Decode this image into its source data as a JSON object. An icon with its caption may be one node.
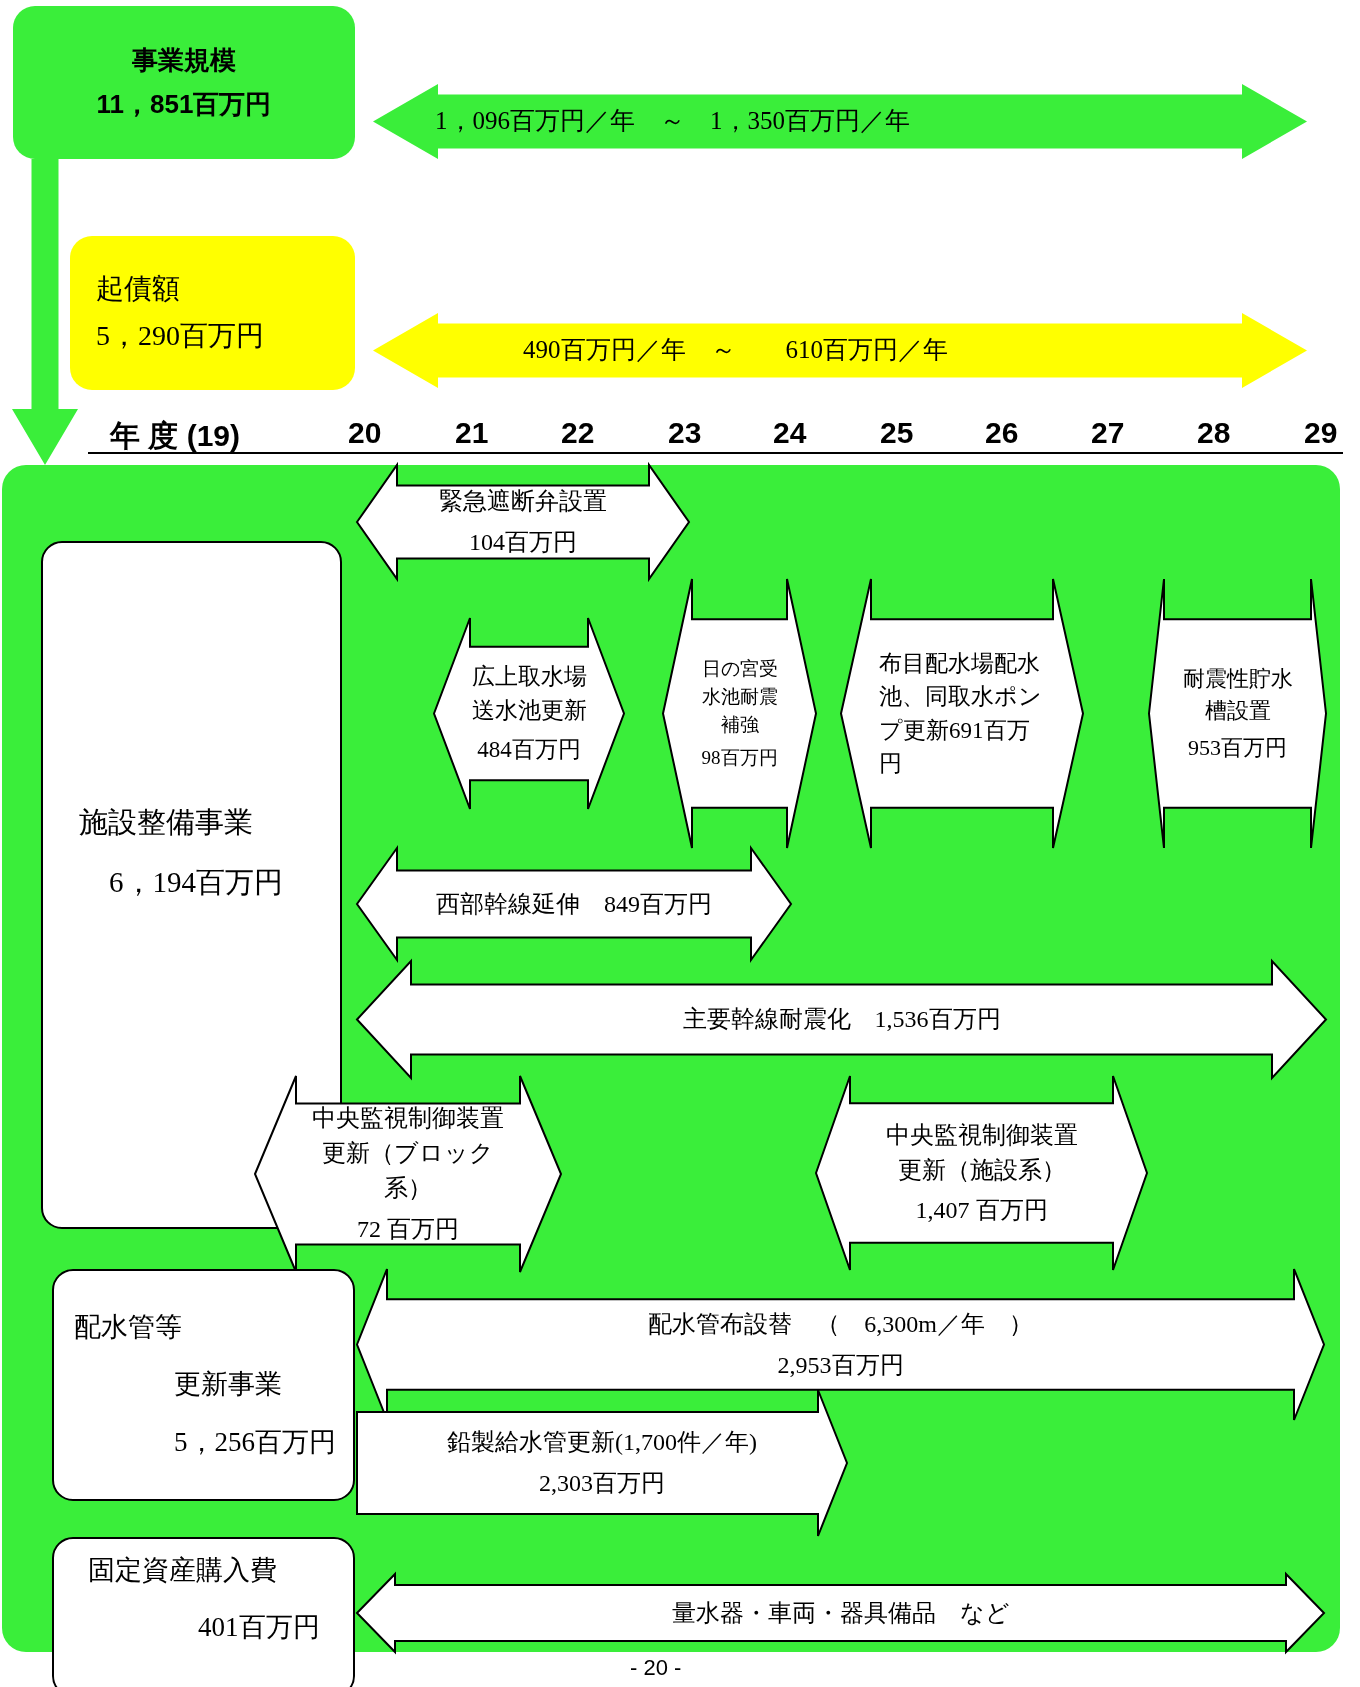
{
  "diagram": {
    "nodes": [
      {
        "text": [
          "事業規模",
          "11，851百万円"
        ]
      },
      {
        "text": [
          "1，096百万円／年　～　1，350百万円／年"
        ]
      },
      {
        "text": [
          "起債額",
          "5，290百万円"
        ]
      },
      {
        "text": [
          "490百万円／年　～　　610百万円／年"
        ]
      },
      {
        "text": [],
        "shape": "box"
      },
      {
        "text": [
          "施設整備事業",
          "6，194百万円"
        ],
        "in": 4
      },
      {
        "text": [
          "緊急遮断弁設置",
          "104百万円"
        ],
        "in": 4
      },
      {
        "text": [
          "広上取水場送水池更新",
          "484百万円"
        ],
        "in": 4
      },
      {
        "text": [
          "日の宮受水池耐震補強",
          "98百万円"
        ],
        "in": 4
      },
      {
        "text": [
          "布目配水場配水池、同取水ポンプ更新691百万円"
        ],
        "in": 4
      },
      {
        "text": [
          "耐震性貯水槽設置",
          "953百万円"
        ],
        "in": 4
      },
      {
        "text": [
          "西部幹線延伸　849百万円"
        ],
        "in": 4
      },
      {
        "text": [
          "主要幹線耐震化　1,536百万円"
        ],
        "in": 4
      },
      {
        "text": [
          "中央監視制御装置更新（ブロック系）",
          "72 百万円"
        ],
        "in": 4
      },
      {
        "text": [
          "中央監視制御装置更新（施設系）",
          "1,407 百万円"
        ],
        "in": 4
      },
      {
        "text": [
          "配水管等",
          "更新事業",
          "5，256百万円"
        ],
        "in": 4
      },
      {
        "text": [
          "配水管布設替　（　6,300m／年　）",
          "2,953百万円"
        ],
        "in": 4
      },
      {
        "text": [
          "鉛製給水管更新(1,700件／年)",
          "2,303百万円"
        ],
        "in": 4
      },
      {
        "text": [
          "固定資産購入費",
          "401百万円"
        ]
      },
      {
        "text": [
          "量水器・車両・器具備品　など"
        ],
        "in": 4
      }
    ],
    "edges": [
      {
        "from": 0,
        "to": 4,
        "arrow": "to",
        "style": "thick"
      }
    ],
    "labels": [
      "年 度 (19)",
      "20",
      "21",
      "22",
      "23",
      "24",
      "25",
      "26",
      "27",
      "28",
      "29",
      "- 20 -"
    ]
  }
}
